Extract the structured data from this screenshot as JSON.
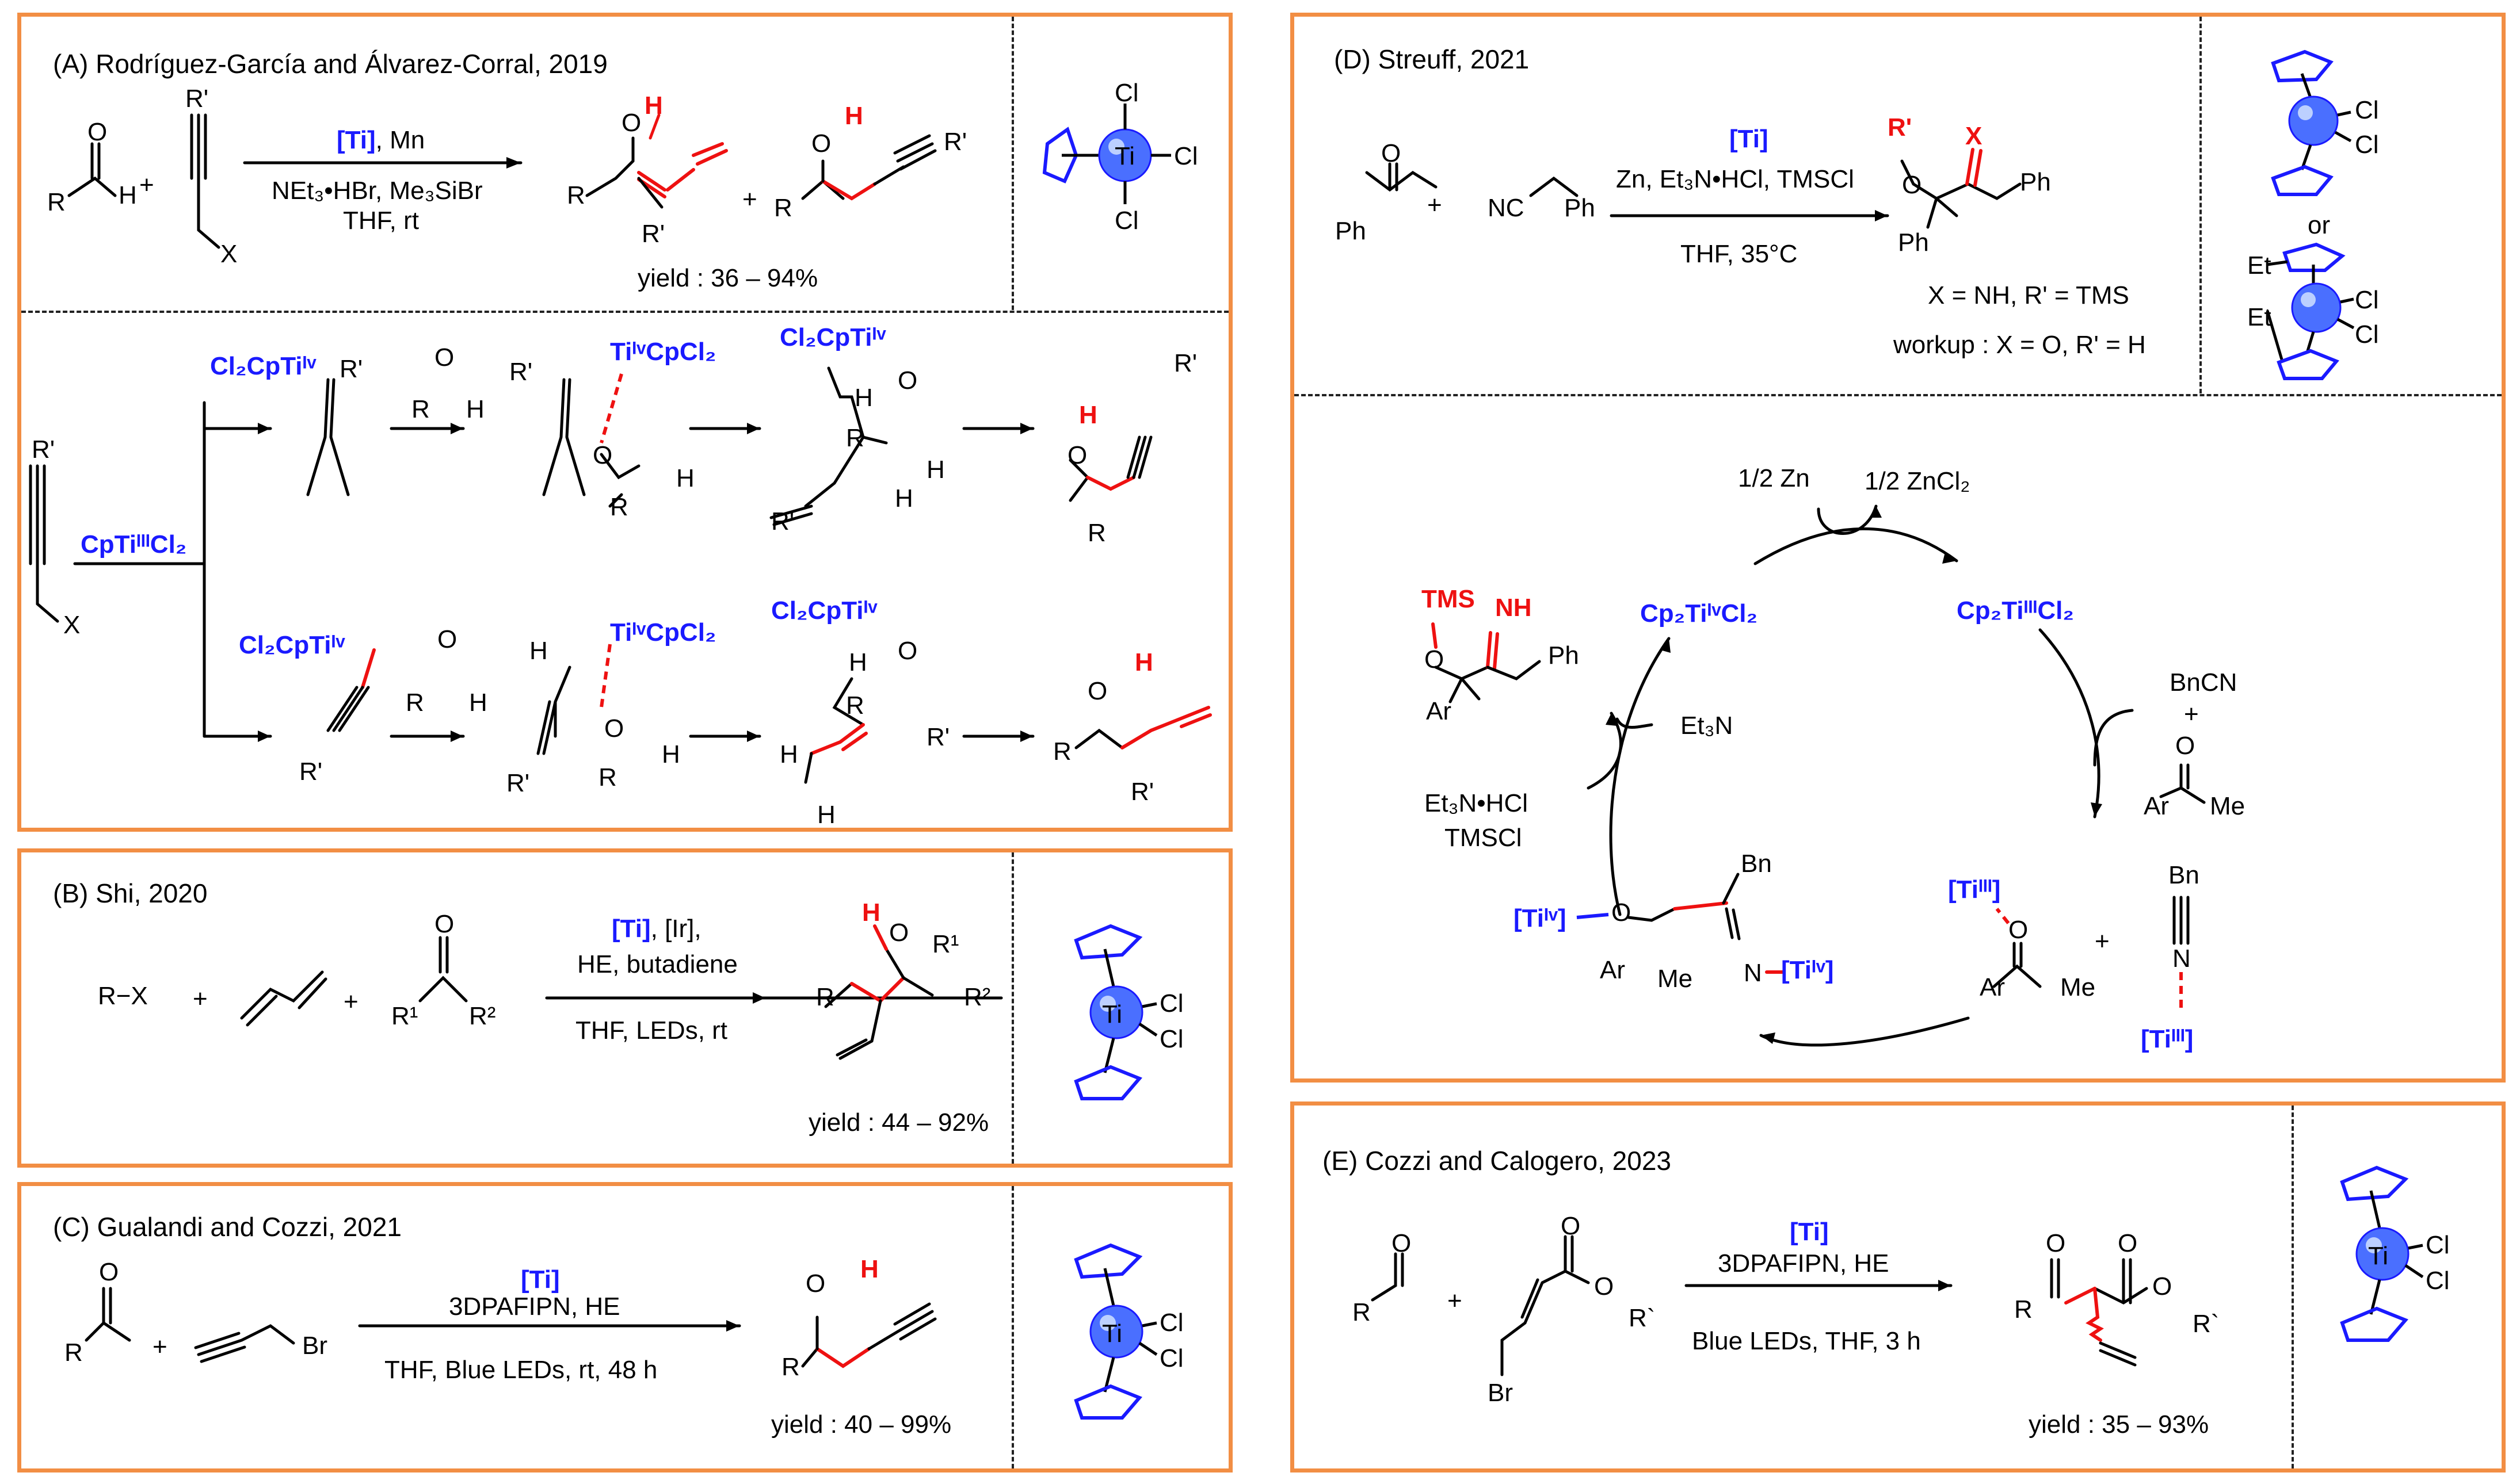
{
  "panelA": {
    "heading": "(A)  Rodríguez-García and Álvarez-Corral, 2019",
    "cond_top_cat": "[Ti]",
    "cond_top_rest": ", Mn",
    "cond_bottom1": "NEt₃•HBr, Me₃SiBr",
    "cond_bottom2": "THF, rt",
    "yield": "yield : 36 – 94%",
    "plus1": "+",
    "plus2": "+",
    "label_R": "R",
    "label_H": "H",
    "label_O": "O",
    "label_Rp": "R'",
    "label_X": "X",
    "mech_catalyst": "CpTiᴵᴵᴵCl₂",
    "mech_int1": "Cl₂CpTiᴵᵛ",
    "mech_int2": "TiᴵᵛCpCl₂",
    "mech_int3": "Cl₂CpTiᴵᵛ",
    "mech_int4": "Cl₂CpTiᴵᵛ",
    "mech_int5": "TiᴵᵛCpCl₂",
    "mech_int6": "Cl₂CpTiᴵᵛ",
    "ti_cl": "Cl",
    "ti_label": "Ti"
  },
  "panelB": {
    "heading": "(B)  Shi, 2020",
    "reactant1": "R−X",
    "plus1": "+",
    "plus2": "+",
    "cond_top_cat": "[Ti]",
    "cond_top_rest": ", [Ir],",
    "cond_mid": "HE, butadiene",
    "cond_bottom": "THF,  LEDs, rt",
    "yield": "yield : 44 – 92%",
    "label_R1": "R¹",
    "label_R2": "R²",
    "label_O": "O",
    "label_H": "H",
    "label_R": "R"
  },
  "panelC": {
    "heading": "(C)  Gualandi and Cozzi, 2021",
    "plus1": "+",
    "cond_top_cat": "[Ti]",
    "cond_mid": "3DPAFIPN, HE",
    "cond_bottom": "THF, Blue LEDs, rt, 48 h",
    "yield": "yield : 40 – 99%",
    "label_Br": "Br",
    "label_R": "R",
    "label_O": "O",
    "label_H": "H"
  },
  "panelD": {
    "heading": "(D)  Streuff, 2021",
    "reactant1": "Ph",
    "plus1": "+",
    "reactant2_nc": "NC",
    "reactant2_ph": "Ph",
    "cond_top_cat": "[Ti]",
    "cond_mid": "Zn, Et₃N•HCl, TMSCl",
    "cond_bottom": "THF, 35°C",
    "product_note1": "X = NH, R' = TMS",
    "product_note2": "workup : X = O, R' = H",
    "label_Rp": "R'",
    "label_X": "X",
    "label_O": "O",
    "label_Ph": "Ph",
    "or_text": "or",
    "et_label": "Et",
    "cycle_zn": "1/2 Zn",
    "cycle_zncl2": "1/2 ZnCl₂",
    "cycle_cp2ti4": "Cp₂TiᴵᵛCl₂",
    "cycle_cp2ti3": "Cp₂TiᴵᴵᴵCl₂",
    "cycle_bncn": "BnCN",
    "cycle_plus": "+",
    "cycle_ar": "Ar",
    "cycle_me": "Me",
    "cycle_et3n": "Et₃N",
    "cycle_et3nhcl": "Et₃N•HCl",
    "cycle_tmscl": "TMSCl",
    "cycle_tms": "TMS",
    "cycle_nh": "NH",
    "cycle_bn": "Bn",
    "cycle_n": "N",
    "cycle_ti3": "[Tiᴵᴵᴵ]",
    "cycle_ti4": "[Tiᴵᵛ]"
  },
  "panelE": {
    "heading": "(E)  Cozzi and Calogero, 2023",
    "plus1": "+",
    "cond_top_cat": "[Ti]",
    "cond_mid": "3DPAFIPN, HE",
    "cond_bottom": "Blue LEDs, THF, 3 h",
    "yield": "yield : 35 – 93%",
    "label_Br": "Br",
    "label_R": "R",
    "label_Rb": "R`",
    "label_O": "O"
  },
  "colors": {
    "frame": "#F28E44",
    "catalyst_blue": "#1a1aff",
    "highlight_red": "#ee1111"
  },
  "icons": [
    "titanocene-trichloride-icon",
    "titanocene-dichloride-icon",
    "ethyl-titanocene-dichloride-icon",
    "reaction-arrow-icon",
    "curved-arrow-icon"
  ]
}
